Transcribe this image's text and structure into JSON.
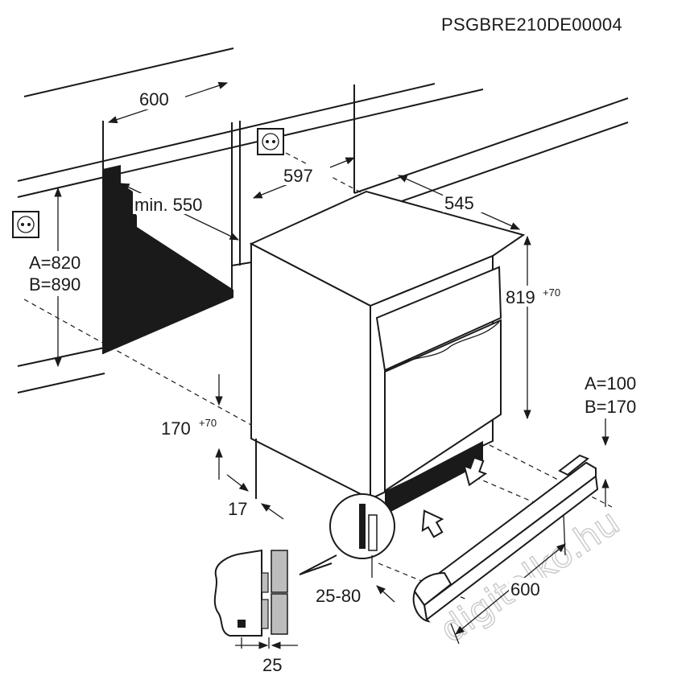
{
  "model_code": "PSGBRE210DE00004",
  "dimensions": {
    "niche_width": "600",
    "min_depth": "min. 550",
    "appliance_width": "597",
    "appliance_depth": "545",
    "appliance_height": "819",
    "appliance_height_sup": "+70",
    "niche_height_a": "A=820",
    "niche_height_b": "B=890",
    "plinth_height": "170",
    "plinth_height_sup": "+70",
    "side_gap": "17",
    "door_offset": "25-80",
    "plinth_a": "A=100",
    "plinth_b": "B=170",
    "plinth_width": "600",
    "detail_thickness": "25"
  },
  "watermark": "digitalko.hu",
  "icons": [
    "socket-icon",
    "socket-icon",
    "airflow-arrow-icon",
    "airflow-arrow-icon"
  ]
}
